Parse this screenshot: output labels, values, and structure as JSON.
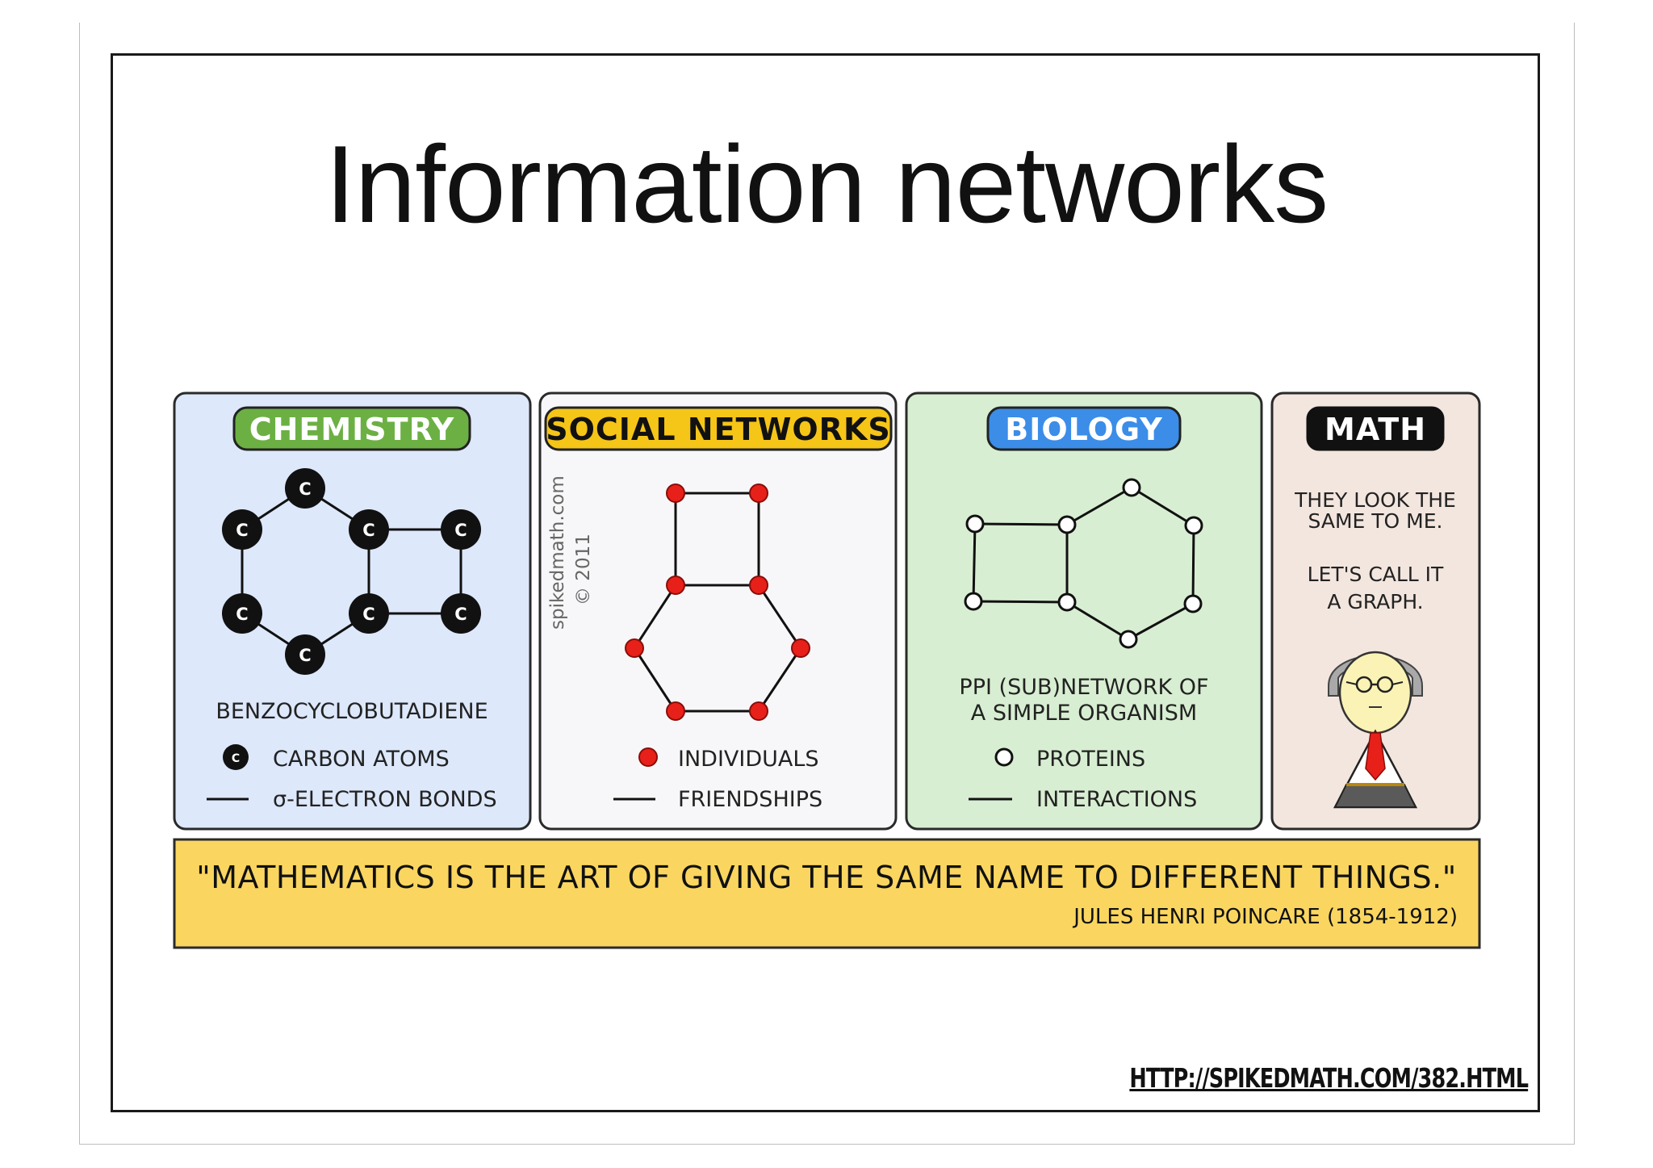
{
  "slide": {
    "title": "Information networks",
    "source_url": "HTTP://SPIKEDMATH.COM/382.HTML"
  },
  "comic": {
    "watermark": [
      "spikedmath.com",
      "© 2011"
    ],
    "panels": [
      {
        "id": "chemistry",
        "heading": "CHEMISTRY",
        "heading_color": "#6cb044",
        "background": "#dde8fb",
        "node_label": "C",
        "caption": [
          "BENZOCYCLOBUTADIENE"
        ],
        "legend": [
          {
            "symbol": "filled-black-node",
            "label": "CARBON ATOMS"
          },
          {
            "symbol": "line",
            "label": "σ-ELECTRON BONDS"
          }
        ]
      },
      {
        "id": "social-networks",
        "heading": "SOCIAL NETWORKS",
        "heading_color": "#f5c518",
        "background": "#f7f7f9",
        "caption": [],
        "legend": [
          {
            "symbol": "red-node",
            "label": "INDIVIDUALS"
          },
          {
            "symbol": "line",
            "label": "FRIENDSHIPS"
          }
        ]
      },
      {
        "id": "biology",
        "heading": "BIOLOGY",
        "heading_color": "#3b8de8",
        "background": "#d8eed2",
        "caption": [
          "PPI (SUB)NETWORK OF",
          "A SIMPLE ORGANISM"
        ],
        "legend": [
          {
            "symbol": "white-node",
            "label": "PROTEINS"
          },
          {
            "symbol": "line",
            "label": "INTERACTIONS"
          }
        ]
      },
      {
        "id": "math",
        "heading": "MATH",
        "heading_color": "#111111",
        "background": "#f3e6df",
        "speech": [
          "THEY LOOK THE",
          "SAME TO ME.",
          "LET'S CALL IT",
          "A GRAPH."
        ]
      }
    ],
    "quote": {
      "text": "\"MATHEMATICS IS THE ART OF GIVING THE SAME NAME TO DIFFERENT THINGS.\"",
      "attribution": "JULES HENRI POINCARE (1854-1912)",
      "background": "#fad660"
    }
  }
}
